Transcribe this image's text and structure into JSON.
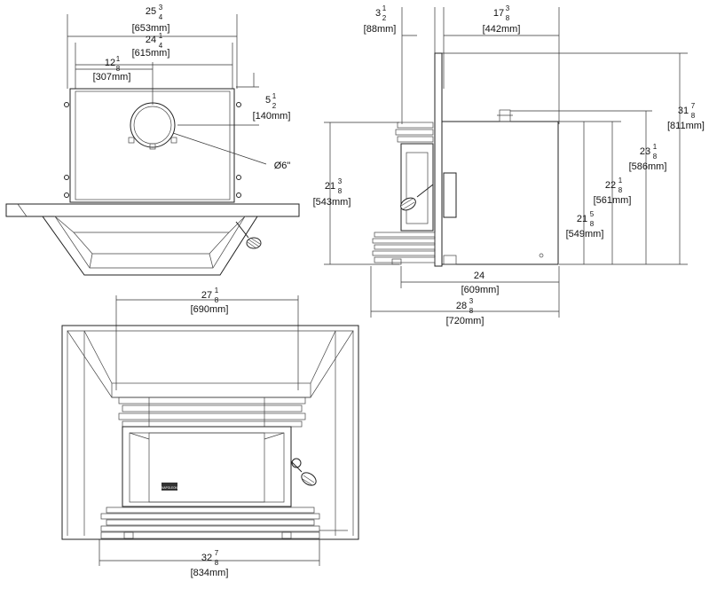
{
  "diagram": {
    "top_view": {
      "dims": [
        {
          "whole": "25",
          "num": "3",
          "den": "4",
          "mm": "[653mm]"
        },
        {
          "whole": "24",
          "num": "1",
          "den": "4",
          "mm": "[615mm]"
        },
        {
          "whole": "12",
          "num": "1",
          "den": "8",
          "mm": "[307mm]"
        },
        {
          "whole": "5",
          "num": "1",
          "den": "2",
          "mm": "[140mm]"
        }
      ],
      "flue_label": "Ø6\""
    },
    "side_view": {
      "dims": [
        {
          "whole": "3",
          "num": "1",
          "den": "2",
          "mm": "[88mm]"
        },
        {
          "whole": "17",
          "num": "3",
          "den": "8",
          "mm": "[442mm]"
        },
        {
          "whole": "31",
          "num": "7",
          "den": "8",
          "mm": "[811mm]"
        },
        {
          "whole": "23",
          "num": "1",
          "den": "8",
          "mm": "[586mm]"
        },
        {
          "whole": "22",
          "num": "1",
          "den": "8",
          "mm": "[561mm]"
        },
        {
          "whole": "21",
          "num": "5",
          "den": "8",
          "mm": "[549mm]"
        },
        {
          "whole": "21",
          "num": "3",
          "den": "8",
          "mm": "[543mm]"
        },
        {
          "whole": "24",
          "num": "",
          "den": "",
          "mm": "[609mm]"
        },
        {
          "whole": "28",
          "num": "3",
          "den": "8",
          "mm": "[720mm]"
        }
      ]
    },
    "front_view": {
      "dims": [
        {
          "whole": "27",
          "num": "1",
          "den": "8",
          "mm": "[690mm]"
        },
        {
          "whole": "32",
          "num": "7",
          "den": "8",
          "mm": "[834mm]"
        }
      ],
      "logo_text": "NAPOLEON"
    }
  }
}
